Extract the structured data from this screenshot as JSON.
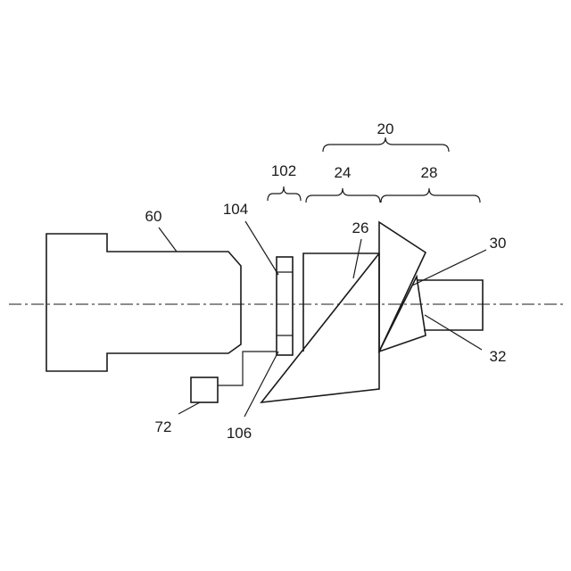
{
  "labels": {
    "assembly": "20",
    "first_section": "24",
    "second_section": "28",
    "module": "102",
    "camera": "60",
    "element_104": "104",
    "prism_26": "26",
    "prism_30": "30",
    "prism_32": "32",
    "controller": "72",
    "element_106": "106"
  }
}
